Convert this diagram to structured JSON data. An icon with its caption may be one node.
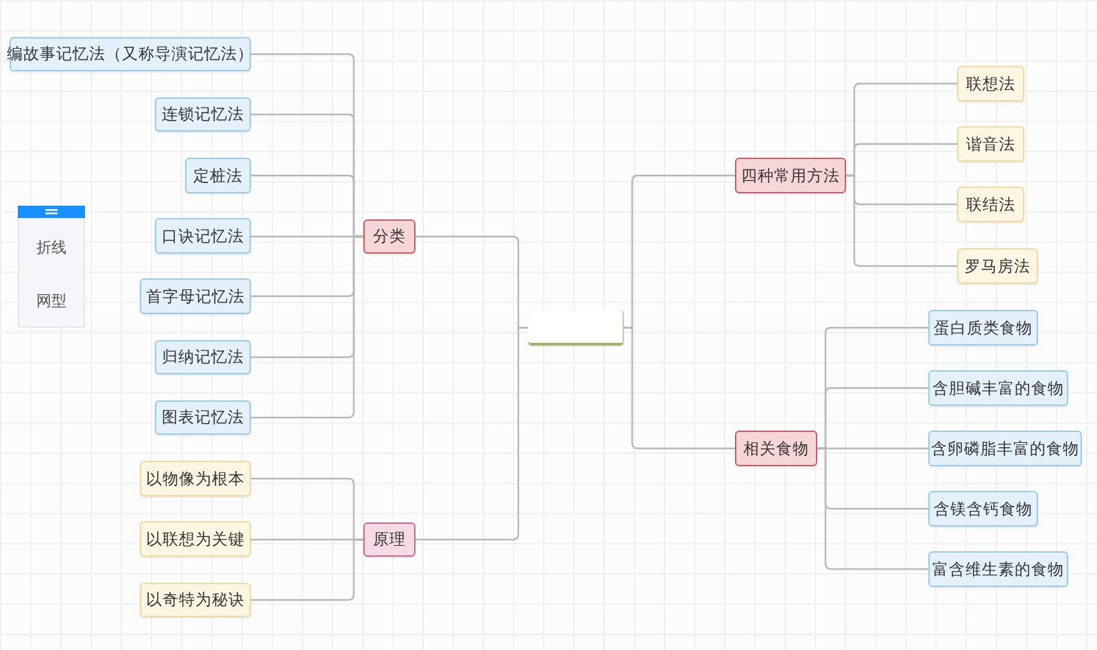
{
  "diagram": {
    "nodes": [
      {
        "text": [],
        "shape": "box"
      },
      {
        "text": [
          "分类"
        ]
      },
      {
        "text": [
          "原理"
        ]
      },
      {
        "text": [
          "四种常用方法"
        ]
      },
      {
        "text": [
          "相关食物"
        ]
      },
      {
        "text": [
          "编故事记忆法（又称导演记忆法）"
        ]
      },
      {
        "text": [
          "连锁记忆法"
        ]
      },
      {
        "text": [
          "定桩法"
        ]
      },
      {
        "text": [
          "口诀记忆法"
        ]
      },
      {
        "text": [
          "首字母记忆法"
        ]
      },
      {
        "text": [
          "归纳记忆法"
        ]
      },
      {
        "text": [
          "图表记忆法"
        ]
      },
      {
        "text": [
          "以物像为根本"
        ]
      },
      {
        "text": [
          "以联想为关键"
        ]
      },
      {
        "text": [
          "以奇特为秘诀"
        ]
      },
      {
        "text": [
          "联想法"
        ]
      },
      {
        "text": [
          "谐音法"
        ]
      },
      {
        "text": [
          "联结法"
        ]
      },
      {
        "text": [
          "罗马房法"
        ]
      },
      {
        "text": [
          "蛋白质类食物"
        ]
      },
      {
        "text": [
          "含胆碱丰富的食物"
        ]
      },
      {
        "text": [
          "含卵磷脂丰富的食物"
        ]
      },
      {
        "text": [
          "含镁含钙食物"
        ]
      },
      {
        "text": [
          "富含维生素的食物"
        ]
      }
    ],
    "edges": [
      {
        "from": 0,
        "to": 1,
        "arrow": "none"
      },
      {
        "from": 0,
        "to": 2,
        "arrow": "none"
      },
      {
        "from": 0,
        "to": 3,
        "arrow": "none"
      },
      {
        "from": 0,
        "to": 4,
        "arrow": "none"
      },
      {
        "from": 1,
        "to": 5,
        "arrow": "none"
      },
      {
        "from": 1,
        "to": 6,
        "arrow": "none"
      },
      {
        "from": 1,
        "to": 7,
        "arrow": "none"
      },
      {
        "from": 1,
        "to": 8,
        "arrow": "none"
      },
      {
        "from": 1,
        "to": 9,
        "arrow": "none"
      },
      {
        "from": 1,
        "to": 10,
        "arrow": "none"
      },
      {
        "from": 1,
        "to": 11,
        "arrow": "none"
      },
      {
        "from": 2,
        "to": 12,
        "arrow": "none"
      },
      {
        "from": 2,
        "to": 13,
        "arrow": "none"
      },
      {
        "from": 2,
        "to": 14,
        "arrow": "none"
      },
      {
        "from": 3,
        "to": 15,
        "arrow": "none"
      },
      {
        "from": 3,
        "to": 16,
        "arrow": "none"
      },
      {
        "from": 3,
        "to": 17,
        "arrow": "none"
      },
      {
        "from": 3,
        "to": 18,
        "arrow": "none"
      },
      {
        "from": 4,
        "to": 19,
        "arrow": "none"
      },
      {
        "from": 4,
        "to": 20,
        "arrow": "none"
      },
      {
        "from": 4,
        "to": 21,
        "arrow": "none"
      },
      {
        "from": 4,
        "to": 22,
        "arrow": "none"
      },
      {
        "from": 4,
        "to": 23,
        "arrow": "none"
      }
    ],
    "labels": [
      "折线",
      "网型"
    ]
  }
}
